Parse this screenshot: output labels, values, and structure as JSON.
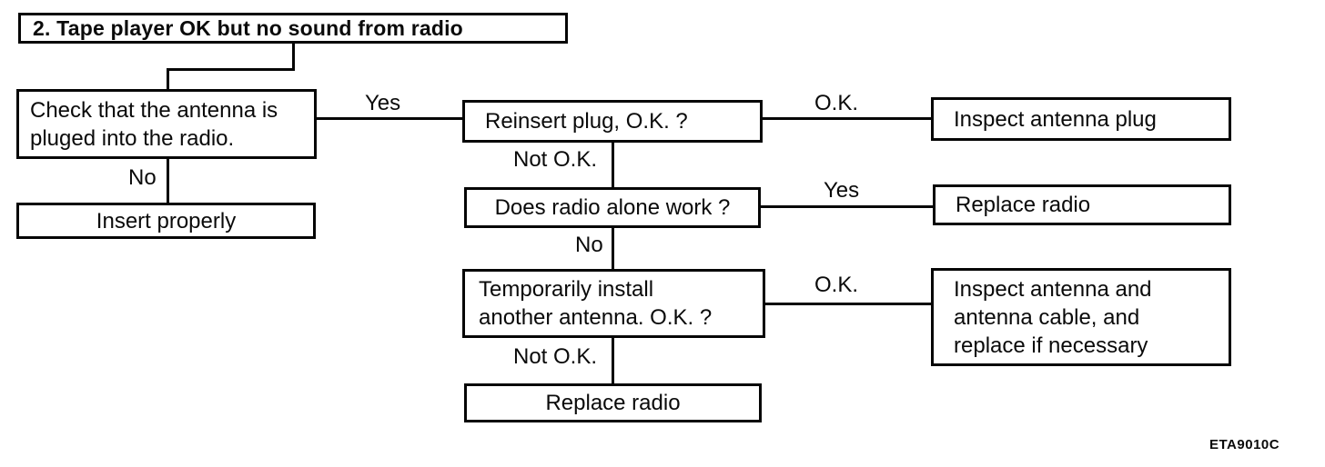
{
  "flowchart": {
    "title": "2. Tape player OK but no sound from radio",
    "nodes": {
      "check_antenna": "Check that the antenna is\npluged into the radio.",
      "insert_properly": "Insert properly",
      "reinsert_plug": "Reinsert plug, O.K. ?",
      "does_radio_alone_work": "Does radio alone work ?",
      "temporarily_install_antenna": "Temporarily install\nanother antenna. O.K. ?",
      "replace_radio_bottom": "Replace radio",
      "inspect_antenna_plug": "Inspect antenna plug",
      "replace_radio_right": "Replace radio",
      "inspect_antenna_cable": "Inspect antenna and\nantenna cable, and\nreplace if necessary"
    },
    "edge_labels": {
      "check_yes": "Yes",
      "check_no": "No",
      "reinsert_ok": "O.K.",
      "reinsert_not_ok": "Not O.K.",
      "radio_yes": "Yes",
      "radio_no": "No",
      "temp_ok": "O.K.",
      "temp_not_ok": "Not O.K."
    },
    "reference_code": "ETA9010C",
    "colors": {
      "line": "#050505",
      "background": "#ffffff",
      "text": "#0a0a0a"
    }
  }
}
